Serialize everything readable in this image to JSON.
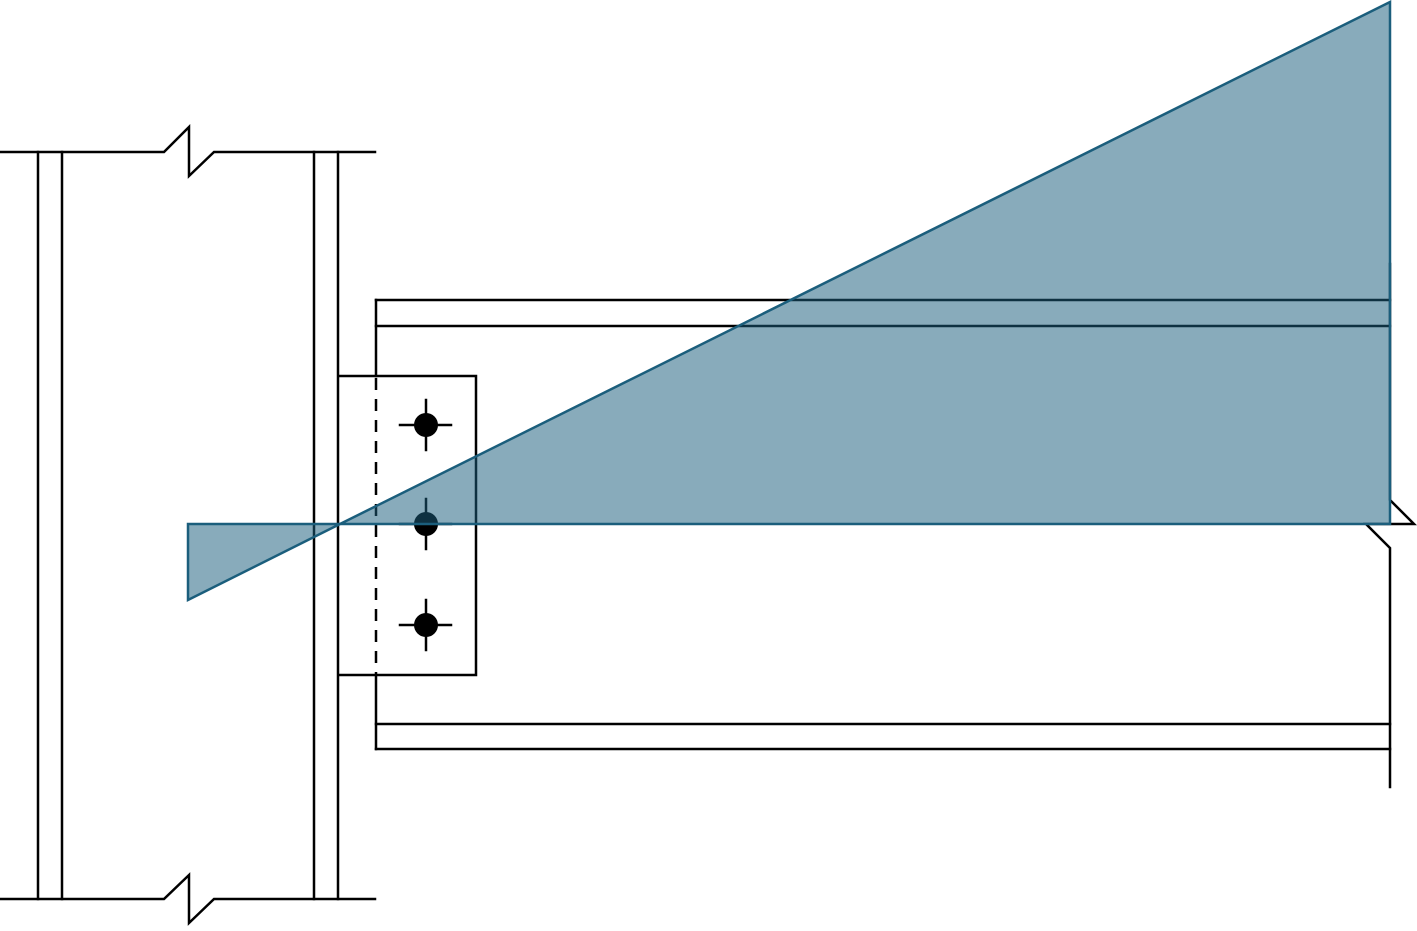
{
  "figure": {
    "description_kind": "steel beam-to-column shear tab connection with bending moment diagram",
    "colors": {
      "line": "#000000",
      "moment_fill": "#8aadbf",
      "moment_stroke": "#1b5e7c",
      "background": "#ffffff"
    },
    "components": {
      "column": "column-wide-flange",
      "beam": "beam-wide-flange",
      "shear_tab": "shear-tab-plate",
      "bolts": [
        "bolt-top",
        "bolt-middle",
        "bolt-bottom"
      ],
      "moment_diagram": "bending-moment-diagram"
    }
  }
}
